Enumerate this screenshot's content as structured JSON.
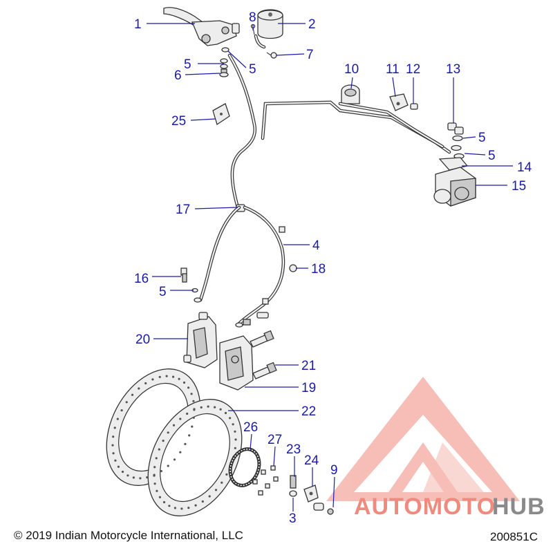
{
  "labels": [
    {
      "key": "p1",
      "text": "1"
    },
    {
      "key": "p2",
      "text": "2"
    },
    {
      "key": "p8",
      "text": "8"
    },
    {
      "key": "p7",
      "text": "7"
    },
    {
      "key": "p5a",
      "text": "5"
    },
    {
      "key": "p5b",
      "text": "5"
    },
    {
      "key": "p6",
      "text": "6"
    },
    {
      "key": "p10",
      "text": "10"
    },
    {
      "key": "p11",
      "text": "11"
    },
    {
      "key": "p12",
      "text": "12"
    },
    {
      "key": "p13",
      "text": "13"
    },
    {
      "key": "p5c",
      "text": "5"
    },
    {
      "key": "p5d",
      "text": "5"
    },
    {
      "key": "p14",
      "text": "14"
    },
    {
      "key": "p15",
      "text": "15"
    },
    {
      "key": "p25",
      "text": "25"
    },
    {
      "key": "p17",
      "text": "17"
    },
    {
      "key": "p4",
      "text": "4"
    },
    {
      "key": "p18",
      "text": "18"
    },
    {
      "key": "p16",
      "text": "16"
    },
    {
      "key": "p5e",
      "text": "5"
    },
    {
      "key": "p20",
      "text": "20"
    },
    {
      "key": "p21",
      "text": "21"
    },
    {
      "key": "p19",
      "text": "19"
    },
    {
      "key": "p22",
      "text": "22"
    },
    {
      "key": "p26",
      "text": "26"
    },
    {
      "key": "p27",
      "text": "27"
    },
    {
      "key": "p23",
      "text": "23"
    },
    {
      "key": "p24",
      "text": "24"
    },
    {
      "key": "p9",
      "text": "9"
    },
    {
      "key": "p3",
      "text": "3"
    }
  ],
  "footer": {
    "copyright": "© 2019 Indian Motorcycle International, LLC",
    "drawing_code": "200851C"
  },
  "watermark": {
    "text_left": "AUTOMOTO",
    "text_right": "HUB",
    "color_red": "#ef8a7e",
    "color_gray": "#8a8a8a"
  },
  "colors": {
    "callout": "#1a1aa8",
    "line_art": "#333333"
  }
}
